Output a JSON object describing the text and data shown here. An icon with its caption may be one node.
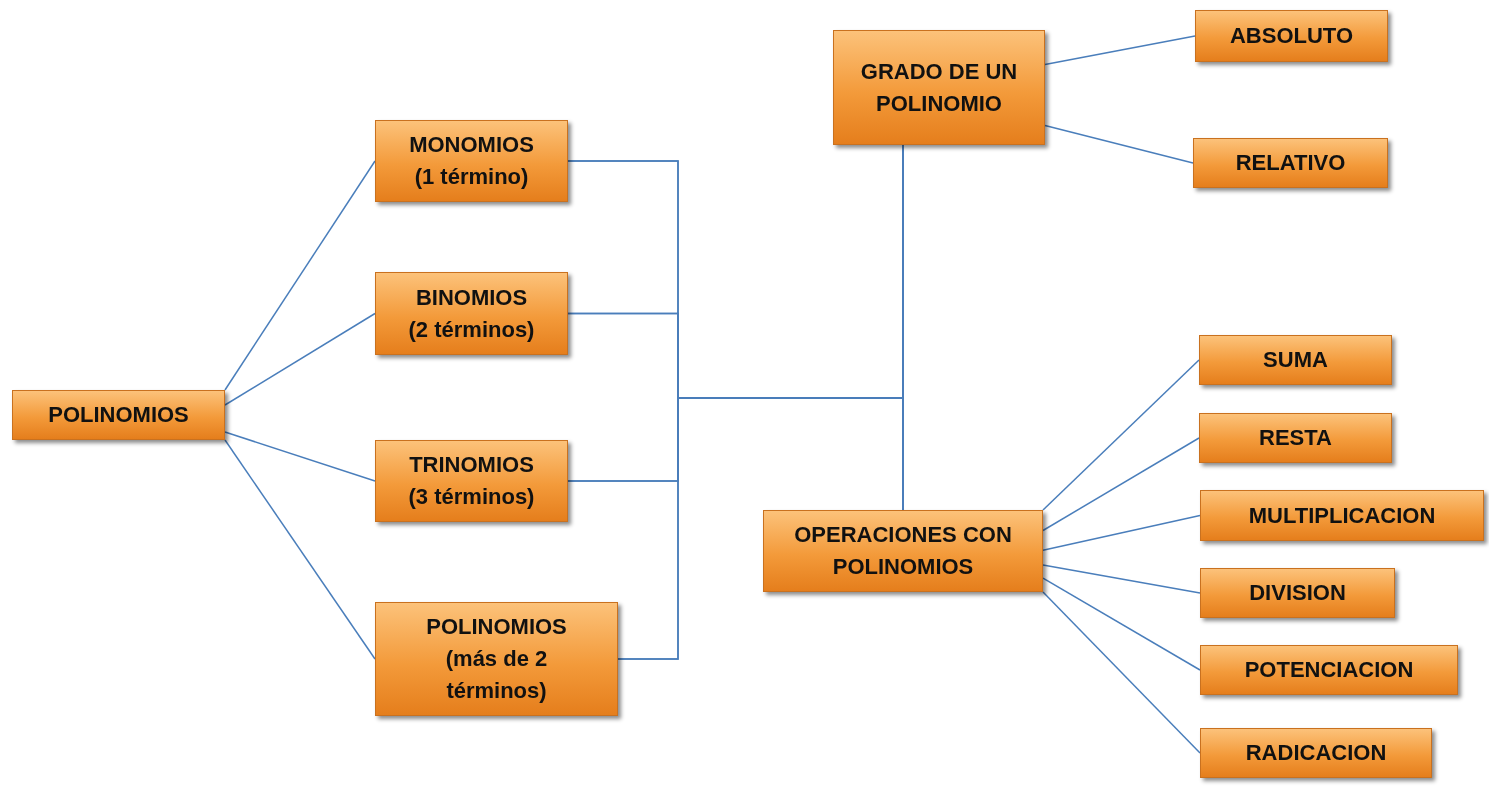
{
  "diagram": {
    "nodes": [
      {
        "text": [
          "POLINOMIOS"
        ]
      },
      {
        "text": [
          "MONOMIOS",
          "(1 término)"
        ]
      },
      {
        "text": [
          "BINOMIOS",
          "(2 términos)"
        ]
      },
      {
        "text": [
          "TRINOMIOS",
          "(3 términos)"
        ]
      },
      {
        "text": [
          "POLINOMIOS",
          "(más de 2 términos)"
        ]
      },
      {
        "text": [
          "GRADO DE UN POLINOMIO"
        ]
      },
      {
        "text": [
          "ABSOLUTO"
        ]
      },
      {
        "text": [
          "RELATIVO"
        ]
      },
      {
        "text": [
          "OPERACIONES CON POLINOMIOS"
        ]
      },
      {
        "text": [
          "SUMA"
        ]
      },
      {
        "text": [
          "RESTA"
        ]
      },
      {
        "text": [
          "MULTIPLICACION"
        ]
      },
      {
        "text": [
          "DIVISION"
        ]
      },
      {
        "text": [
          "POTENCIACION"
        ]
      },
      {
        "text": [
          "RADICACION"
        ]
      }
    ],
    "edges": [
      {
        "from": 0,
        "to": 1,
        "arrow": "none"
      },
      {
        "from": 0,
        "to": 2,
        "arrow": "none"
      },
      {
        "from": 0,
        "to": 3,
        "arrow": "none"
      },
      {
        "from": 0,
        "to": 4,
        "arrow": "none"
      },
      {
        "from": 1,
        "to": 5,
        "arrow": "none"
      },
      {
        "from": 1,
        "to": 8,
        "arrow": "none"
      },
      {
        "from": 2,
        "to": 5,
        "arrow": "none"
      },
      {
        "from": 2,
        "to": 8,
        "arrow": "none"
      },
      {
        "from": 3,
        "to": 5,
        "arrow": "none"
      },
      {
        "from": 3,
        "to": 8,
        "arrow": "none"
      },
      {
        "from": 4,
        "to": 5,
        "arrow": "none"
      },
      {
        "from": 4,
        "to": 8,
        "arrow": "none"
      },
      {
        "from": 5,
        "to": 6,
        "arrow": "none"
      },
      {
        "from": 5,
        "to": 7,
        "arrow": "none"
      },
      {
        "from": 8,
        "to": 9,
        "arrow": "none"
      },
      {
        "from": 8,
        "to": 10,
        "arrow": "none"
      },
      {
        "from": 8,
        "to": 11,
        "arrow": "none"
      },
      {
        "from": 8,
        "to": 12,
        "arrow": "none"
      },
      {
        "from": 8,
        "to": 13,
        "arrow": "none"
      },
      {
        "from": 8,
        "to": 14,
        "arrow": "none"
      }
    ]
  }
}
